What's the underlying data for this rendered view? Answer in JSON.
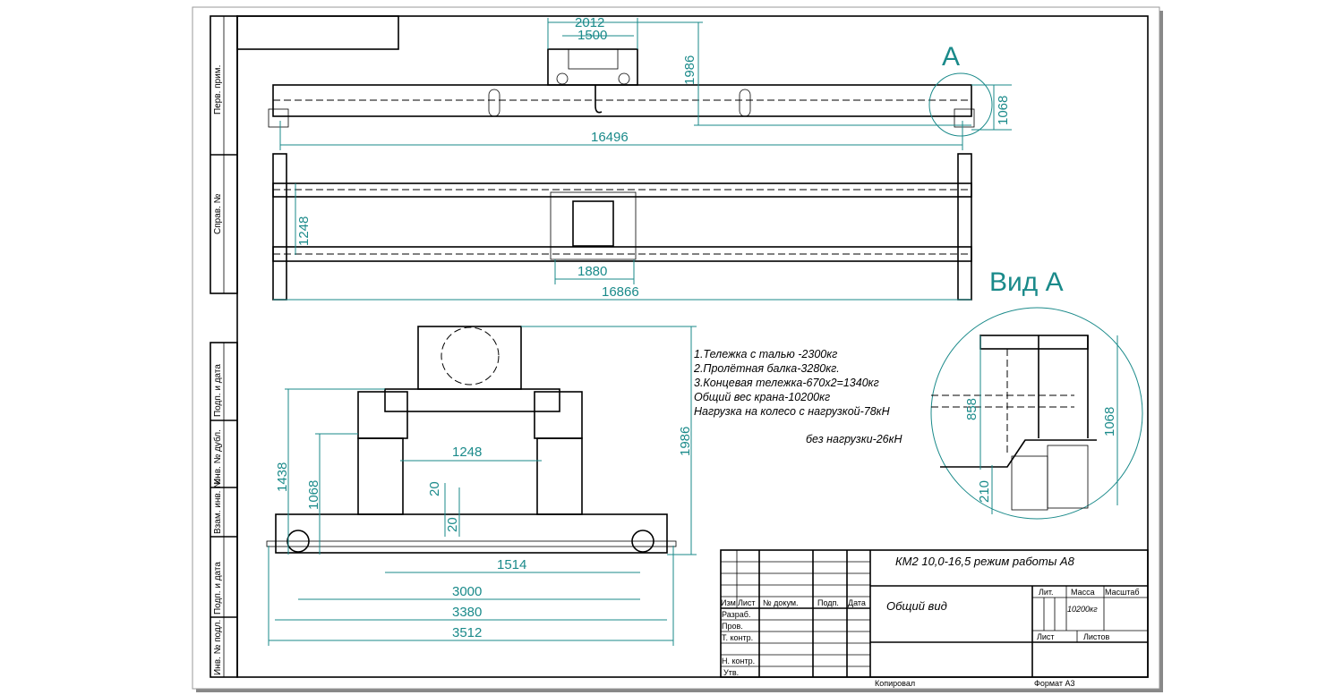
{
  "stamps": [
    "Перв. прим.",
    "Справ. №",
    "Подп. и дата",
    "Инв. № дубл.",
    "Взам. инв. №",
    "Подп. и дата",
    "Инв. № подл."
  ],
  "side_view": {
    "dims": {
      "d2012": "2012",
      "d1500": "1500",
      "d1986": "1986",
      "d16496": "16496",
      "d1068": "1068"
    },
    "callout": "A"
  },
  "plan_view": {
    "dims": {
      "d1248": "1248",
      "d1880": "1880",
      "d16866": "16866"
    }
  },
  "end_view": {
    "dims": {
      "d1986": "1986",
      "d1438": "1438",
      "d1068": "1068",
      "d1248": "1248",
      "d20a": "20",
      "d20b": "20",
      "d1514": "1514",
      "d3000": "3000",
      "d3380": "3380",
      "d3512": "3512"
    }
  },
  "detail_view": {
    "title": "Вид А",
    "dims": {
      "d858": "858",
      "d1068": "1068",
      "d210": "210"
    }
  },
  "notes": [
    "1.Тележка   с  талью  -2300кг",
    "2.Пролётная балка-3280кг.",
    "3.Концевая тележка-670х2=1340кг",
    "Общий вес крана-10200кг",
    "Нагрузка на колесо с нагрузкой-78кН",
    "без нагрузки-26кН"
  ],
  "title_block": {
    "designation": "КМ2  10,0-16,5 режим работы А8",
    "name": "Общий вид",
    "headers": {
      "izm": "Изм",
      "list": "Лист",
      "doc": "№ докум.",
      "podp": "Подп.",
      "data": "Дата"
    },
    "roles": [
      "Разраб.",
      "Пров.",
      "Т. контр.",
      "Н. контр.",
      "Утв."
    ],
    "lit": "Лит.",
    "massa_label": "Масса",
    "masshtab_label": "Масштаб",
    "massa": "10200кг",
    "sheet": "Лист",
    "sheets": "Листов",
    "copied": "Копировал",
    "format": "Формат А3"
  },
  "colors": {
    "dimension": "#1a8a8a",
    "line": "#000000"
  }
}
